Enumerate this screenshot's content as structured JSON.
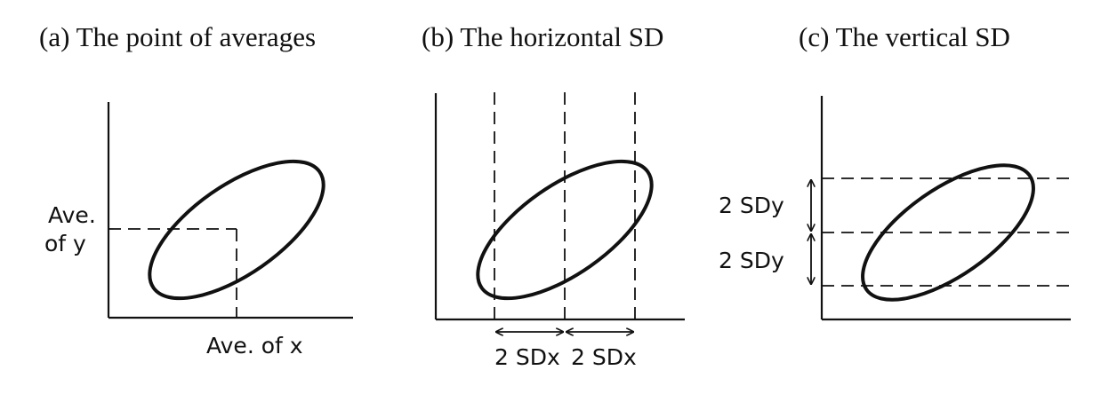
{
  "panels": [
    {
      "title": "(a) The point of averages",
      "labels": {
        "ave_y_line1": "Ave.",
        "ave_y_line2": "of y",
        "ave_x": "Ave. of x"
      }
    },
    {
      "title": "(b) The horizontal SD",
      "labels": {
        "sd_left": "2 SDx",
        "sd_right": "2 SDx"
      }
    },
    {
      "title": "(c) The vertical SD",
      "labels": {
        "sd_upper": "2 SDy",
        "sd_lower": "2 SDy"
      }
    }
  ]
}
